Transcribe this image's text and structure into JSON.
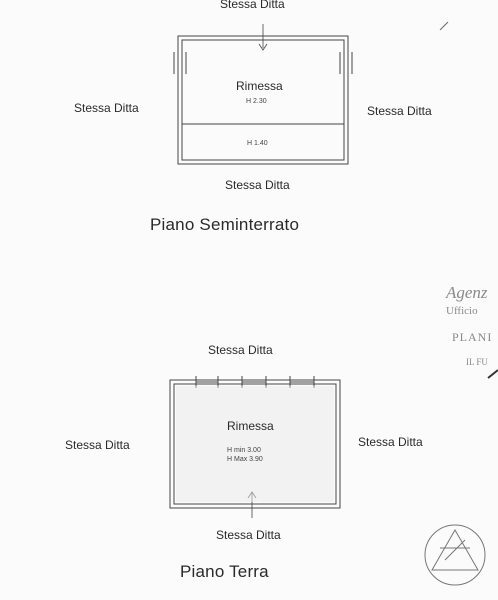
{
  "semi": {
    "top_label": "Stessa Ditta",
    "left_label": "Stessa Ditta",
    "right_label": "Stessa Ditta",
    "bottom_label": "Stessa Ditta",
    "room_name": "Rimessa",
    "room_height": "H 2.30",
    "lower_height": "H 1.40",
    "title": "Piano Seminterrato"
  },
  "ground": {
    "top_label": "Stessa Ditta",
    "left_label": "Stessa Ditta",
    "right_label": "Stessa Ditta",
    "bottom_label": "Stessa Ditta",
    "room_name": "Rimessa",
    "h_min": "H min 3.00",
    "h_max": "H Max 3.90",
    "title": "Piano Terra"
  },
  "stamp": {
    "line1": "Agenz",
    "line2": "Ufficio",
    "line3": "PLANI",
    "line4": "IL FU"
  }
}
